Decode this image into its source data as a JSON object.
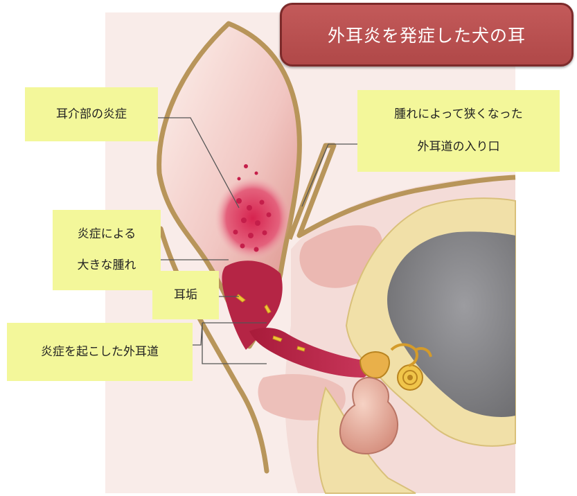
{
  "title": "外耳炎を発症した犬の耳",
  "labels": {
    "auricle": "耳介部の炎症",
    "entrance_line1": "腫れによって狭くなった",
    "entrance_line2": "外耳道の入り口",
    "swelling_line1": "炎症による",
    "swelling_line2": "大きな腫れ",
    "earwax": "耳垢",
    "canal": "炎症を起こした外耳道"
  },
  "colors": {
    "background_panel": "#f9ece9",
    "label_fill": "#f3f79a",
    "title_fill": "#b84f4f",
    "title_border": "#7c2a2a",
    "skin_outline": "#b8955a",
    "inflammation": "#c41e4a",
    "bone": "#f1e0a8",
    "cavity": "#8a8a8c"
  }
}
